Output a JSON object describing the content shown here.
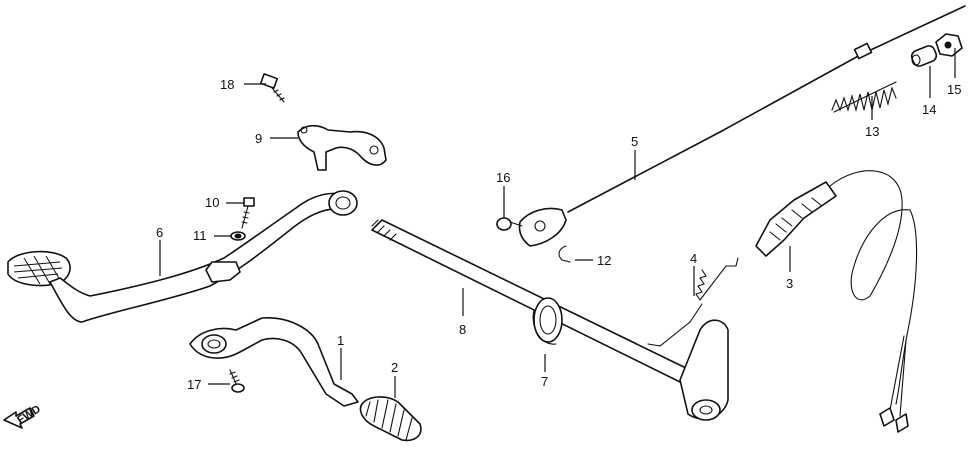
{
  "diagram": {
    "direction_label": "FWD",
    "callouts": {
      "c1": "1",
      "c2": "2",
      "c3": "3",
      "c4": "4",
      "c5": "5",
      "c6": "6",
      "c7": "7",
      "c8": "8",
      "c9": "9",
      "c10": "10",
      "c11": "11",
      "c12": "12",
      "c13": "13",
      "c14": "14",
      "c15": "15",
      "c16": "16",
      "c17": "17",
      "c18": "18"
    }
  }
}
